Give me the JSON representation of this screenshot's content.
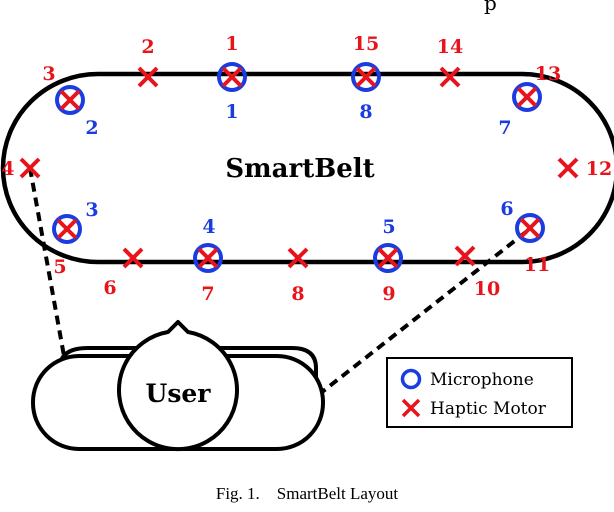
{
  "header_fragment": "p",
  "belt": {
    "title": "SmartBelt",
    "motor_labels": [
      "1",
      "2",
      "3",
      "4",
      "5",
      "6",
      "7",
      "8",
      "9",
      "10",
      "11",
      "12",
      "13",
      "14",
      "15"
    ],
    "mic_labels": [
      "1",
      "2",
      "3",
      "4",
      "5",
      "6",
      "7",
      "8"
    ]
  },
  "user_label": "User",
  "legend": {
    "microphone": "Microphone",
    "haptic_motor": "Haptic Motor"
  },
  "caption": {
    "prefix": "Fig. 1.",
    "text": "SmartBelt Layout"
  },
  "colors": {
    "microphone": "#1a3ce0",
    "haptic_motor": "#e8141c",
    "outline": "#000000"
  }
}
